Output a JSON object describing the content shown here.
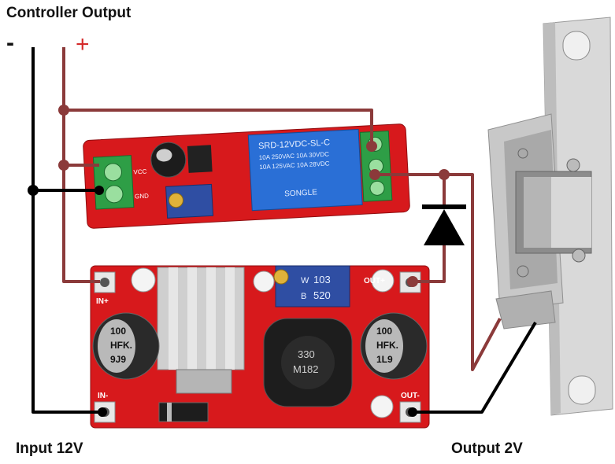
{
  "diagram": {
    "title": "Controller Output",
    "negative_sign": "-",
    "positive_sign": "+",
    "input_label": "Input 12V",
    "output_label": "Output 2V"
  },
  "relay_board": {
    "relay_text": [
      "SRD-12VDC-SL-C",
      "10A 250VAC  10A 30VDC",
      "10A 125VAC  10A 28VDC",
      "SONGLE"
    ],
    "pins": [
      "VCC",
      "GND"
    ]
  },
  "converter_board": {
    "pin_in_plus": "IN+",
    "pin_in_minus": "IN-",
    "pin_out_plus": "OUT+",
    "pin_out_minus": "OUT-",
    "pot_text": [
      "103",
      "W",
      "520",
      "B"
    ],
    "cap_left": [
      "100",
      "HFK.",
      "9J9"
    ],
    "cap_right": [
      "100",
      "HFK.",
      "1L9"
    ],
    "inductor": [
      "330",
      "M182"
    ]
  },
  "colors": {
    "positive_wire": "#8b3a3a",
    "negative_wire": "#000000",
    "pcb_red": "#d7191c",
    "terminal_green": "#2e9e46"
  }
}
